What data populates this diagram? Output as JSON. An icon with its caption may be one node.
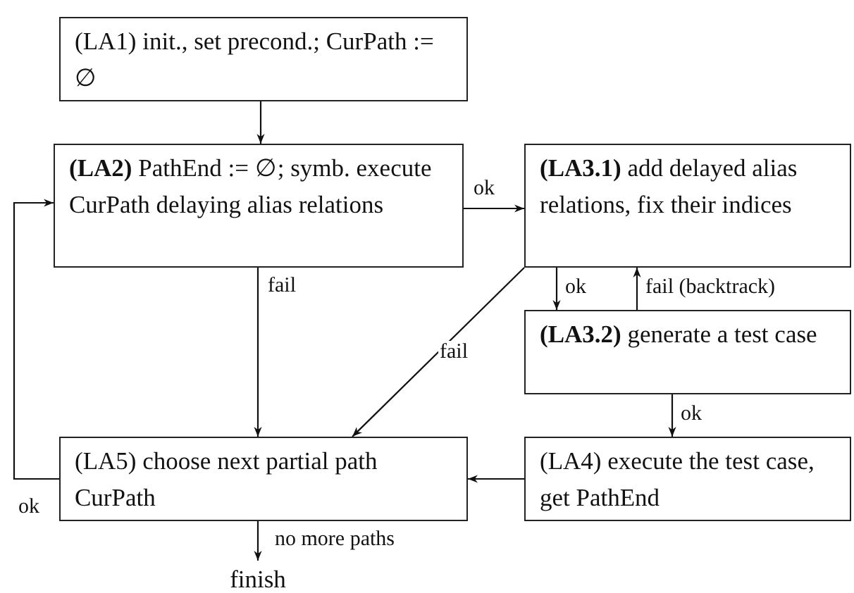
{
  "diagram": {
    "nodes": [
      {
        "text": [
          "(LA1) init., set precond.; CurPath := ∅"
        ]
      },
      {
        "text": [
          "**(LA2)** PathEnd := ∅; symb. execute CurPath delaying alias relations"
        ]
      },
      {
        "text": [
          "**(LA3.1)** add delayed alias relations, fix their indices"
        ]
      },
      {
        "text": [
          "**(LA3.2)** generate a test case"
        ]
      },
      {
        "text": [
          "(LA5) choose next partial path CurPath"
        ]
      },
      {
        "text": [
          "(LA4) execute the test case, get PathEnd"
        ]
      },
      {
        "text": [
          "finish"
        ]
      }
    ],
    "edges": [
      {
        "from": 0,
        "to": 1,
        "arrow": "to"
      },
      {
        "from": 1,
        "to": 2,
        "arrow": "to",
        "label": "ok"
      },
      {
        "from": 2,
        "to": 3,
        "arrow": "to",
        "label": "ok"
      },
      {
        "from": 3,
        "to": 2,
        "arrow": "to",
        "label": "fail (backtrack)"
      },
      {
        "from": 1,
        "to": 4,
        "arrow": "to",
        "label": "fail"
      },
      {
        "from": 2,
        "to": 4,
        "arrow": "to",
        "label": "fail"
      },
      {
        "from": 3,
        "to": 5,
        "arrow": "to",
        "label": "ok"
      },
      {
        "from": 5,
        "to": 4,
        "arrow": "to"
      },
      {
        "from": 4,
        "to": 1,
        "arrow": "to",
        "label": "ok"
      },
      {
        "from": 4,
        "to": 6,
        "arrow": "to",
        "label": "no more paths"
      }
    ]
  }
}
